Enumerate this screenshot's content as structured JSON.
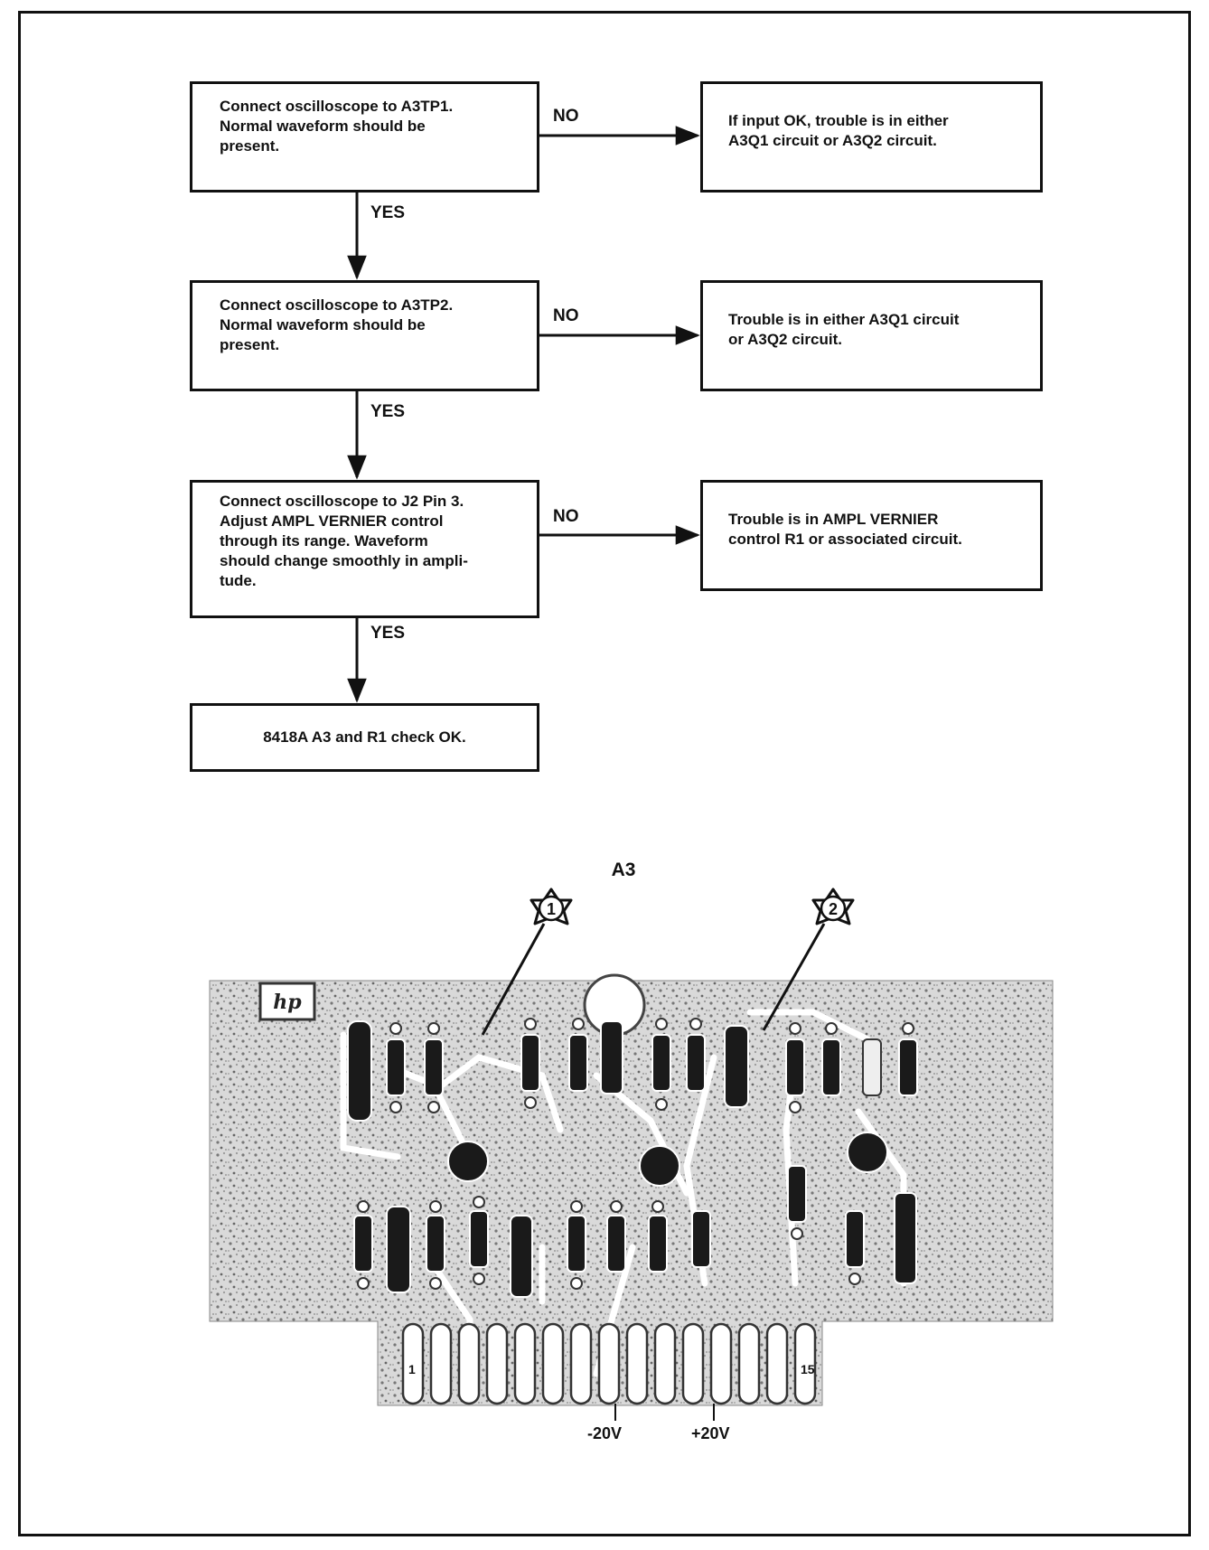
{
  "flowchart": {
    "checks": [
      {
        "lines": [
          "Connect oscilloscope to A3TP1.",
          "Normal waveform should be",
          "present."
        ]
      },
      {
        "lines": [
          "Connect oscilloscope to A3TP2.",
          "Normal waveform should be",
          "present."
        ]
      },
      {
        "lines": [
          "Connect oscilloscope to J2 Pin 3.",
          "Adjust AMPL VERNIER control",
          "through its range. Waveform",
          "should change smoothly in ampli-",
          "tude."
        ]
      }
    ],
    "results": [
      {
        "lines": [
          "If input OK, trouble is in either",
          "A3Q1 circuit or A3Q2 circuit."
        ]
      },
      {
        "lines": [
          "Trouble is in either A3Q1 circuit",
          "or A3Q2 circuit."
        ]
      },
      {
        "lines": [
          "Trouble is in AMPL VERNIER",
          "control R1 or associated circuit."
        ]
      }
    ],
    "final": "8418A A3 and R1 check OK.",
    "no_label": "NO",
    "yes_label": "YES"
  },
  "board": {
    "title": "A3",
    "test_points": [
      "1",
      "2"
    ],
    "pin_first": "1",
    "pin_last": "15",
    "rail_neg": "-20V",
    "rail_pos": "+20V"
  }
}
